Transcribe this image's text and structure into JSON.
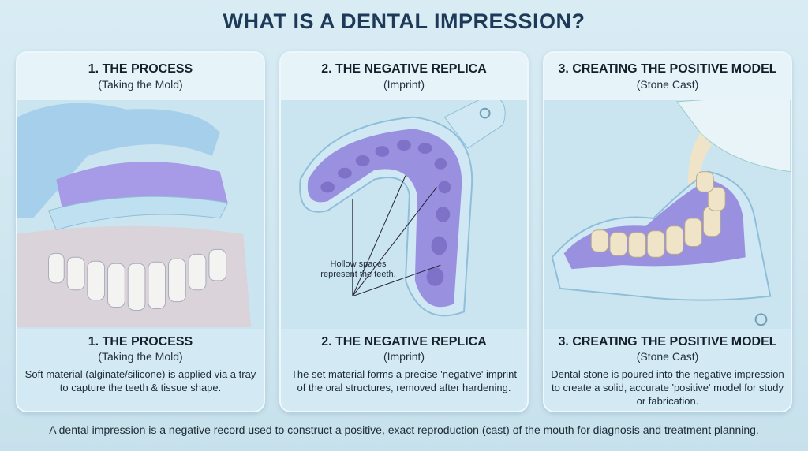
{
  "title": "WHAT IS A DENTAL IMPRESSION?",
  "panels": [
    {
      "heading": "1. THE PROCESS",
      "subheading": "(Taking the Mold)",
      "description": "Soft material (alginate/silicone) is applied via a tray to capture the teeth & tissue shape."
    },
    {
      "heading": "2. THE NEGATIVE REPLICA",
      "subheading": "(Imprint)",
      "description": "The set material forms a precise 'negative' imprint of the oral structures, removed after hardening.",
      "annotation": "Hollow spaces represent the teeth."
    },
    {
      "heading": "3. CREATING THE POSITIVE MODEL",
      "subheading": "(Stone Cast)",
      "description": "Dental stone is poured into the negative impression to create a solid, accurate 'positive' model for study or fabrication."
    }
  ],
  "footer": "A dental impression is a negative record used to construct a positive, exact reproduction (cast) of the mouth for diagnosis and treatment planning.",
  "colors": {
    "title": "#1e3a58",
    "impression": "#9a90e0",
    "tray": "#a9d3ea",
    "stone": "#efe3c8"
  }
}
